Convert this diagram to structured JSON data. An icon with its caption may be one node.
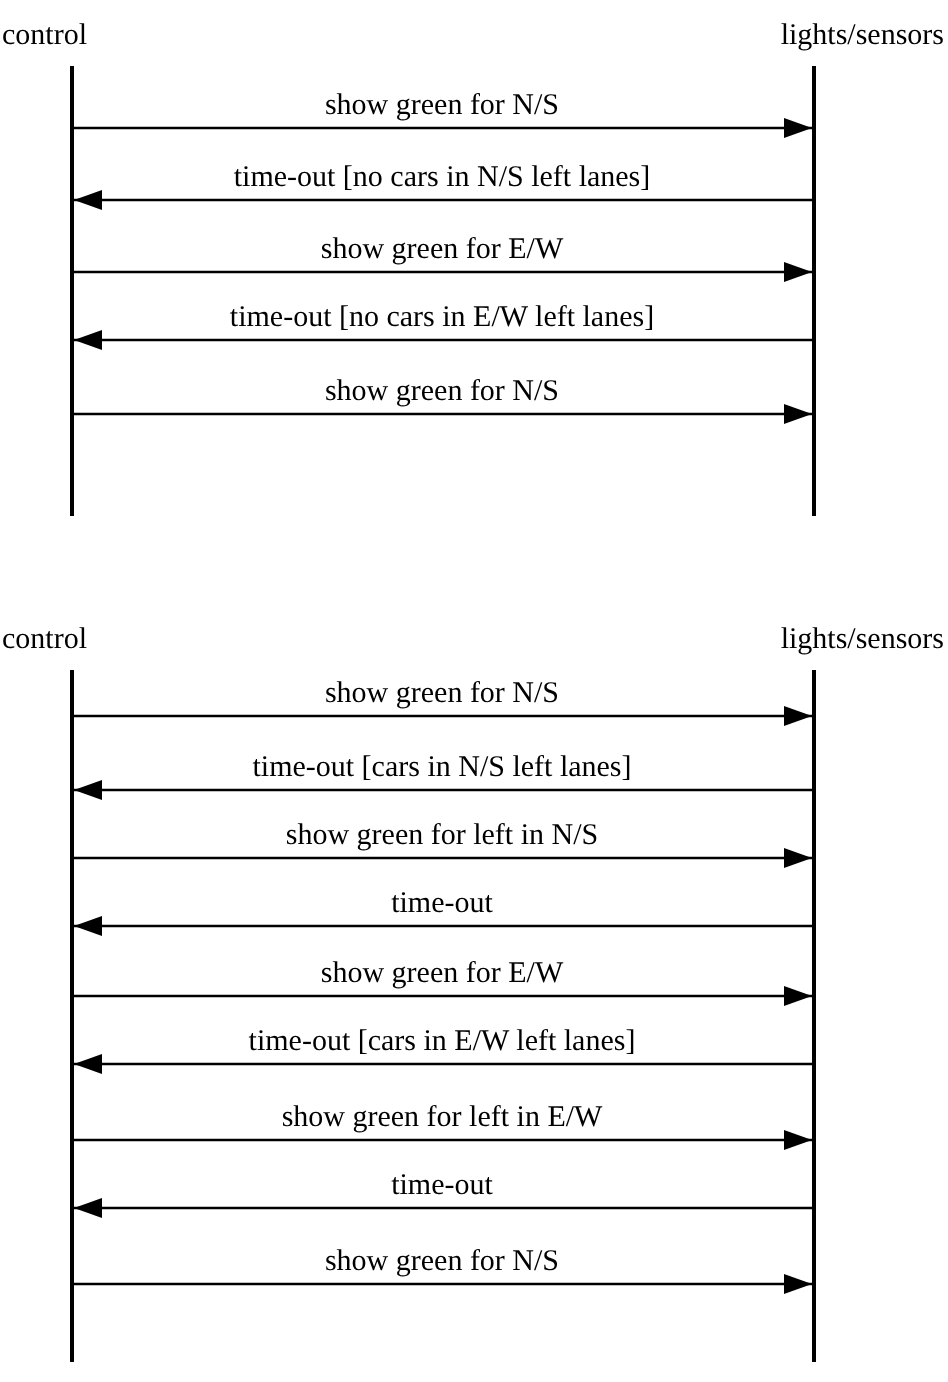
{
  "diagram": {
    "nodes": [
      {
        "text": [
          "control"
        ]
      },
      {
        "text": [
          "lights/sensors"
        ]
      },
      {
        "text": [
          "control"
        ]
      },
      {
        "text": [
          "lights/sensors"
        ]
      }
    ],
    "edges": [
      {
        "from": 0,
        "to": 1,
        "arrow": "to",
        "label": "show green for N/S"
      },
      {
        "from": 1,
        "to": 0,
        "arrow": "to",
        "label": "time-out [no cars in N/S left lanes]"
      },
      {
        "from": 0,
        "to": 1,
        "arrow": "to",
        "label": "show green for E/W"
      },
      {
        "from": 1,
        "to": 0,
        "arrow": "to",
        "label": "time-out [no cars in E/W left lanes]"
      },
      {
        "from": 0,
        "to": 1,
        "arrow": "to",
        "label": "show green for N/S"
      },
      {
        "from": 2,
        "to": 3,
        "arrow": "to",
        "label": "show green for N/S"
      },
      {
        "from": 3,
        "to": 2,
        "arrow": "to",
        "label": "time-out [cars in N/S left lanes]"
      },
      {
        "from": 2,
        "to": 3,
        "arrow": "to",
        "label": "show green for left in N/S"
      },
      {
        "from": 3,
        "to": 2,
        "arrow": "to",
        "label": "time-out"
      },
      {
        "from": 2,
        "to": 3,
        "arrow": "to",
        "label": "show green for E/W"
      },
      {
        "from": 3,
        "to": 2,
        "arrow": "to",
        "label": "time-out [cars in E/W left lanes]"
      },
      {
        "from": 2,
        "to": 3,
        "arrow": "to",
        "label": "show green for left in E/W"
      },
      {
        "from": 3,
        "to": 2,
        "arrow": "to",
        "label": "time-out"
      },
      {
        "from": 2,
        "to": 3,
        "arrow": "to",
        "label": "show green for N/S"
      }
    ]
  }
}
